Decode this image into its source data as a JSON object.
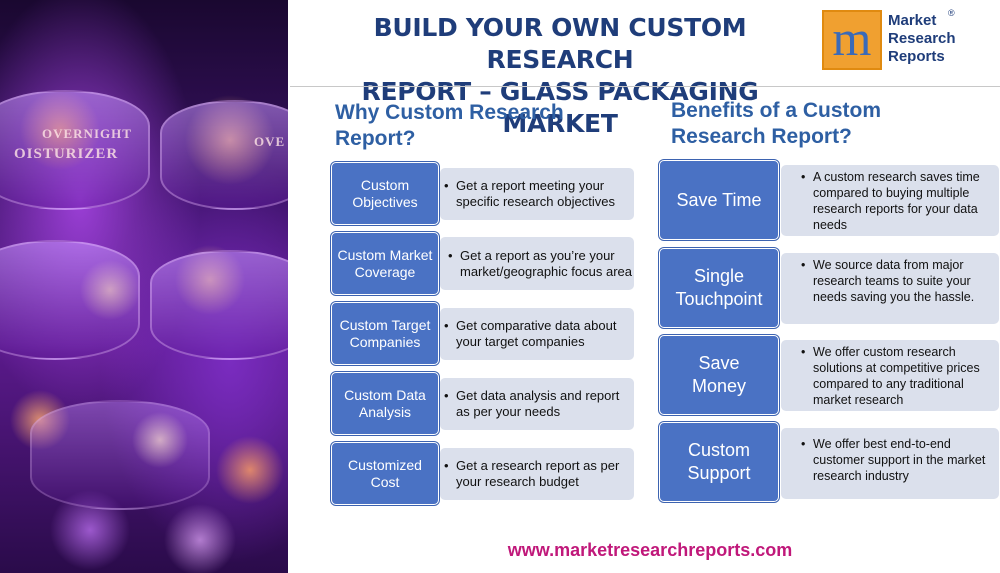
{
  "header": {
    "title_line1": "BUILD YOUR OWN CUSTOM RESEARCH",
    "title_line2": "REPORT – GLASS PACKAGING MARKET"
  },
  "logo": {
    "line1": "Market",
    "line2": "Research",
    "line3": "Reports",
    "registered": "®",
    "colors": {
      "box": "#f0a030",
      "letter_blue": "#3a6ab8",
      "letter_green": "#4e9a3a"
    }
  },
  "photo": {
    "label1": "OVERNIGHT",
    "label2": "OISTURIZER",
    "label3": "OVE"
  },
  "why": {
    "title": "Why Custom Research Report?",
    "items": [
      {
        "label": "Custom Objectives",
        "text": "Get a report meeting your specific research objectives"
      },
      {
        "label": "Custom Market Coverage",
        "text": "Get a report as you’re your market/geographic focus area"
      },
      {
        "label": "Custom Target Companies",
        "text": "Get comparative data about your target companies"
      },
      {
        "label": "Custom Data Analysis",
        "text": "Get data analysis and report as per your needs"
      },
      {
        "label": "Customized Cost",
        "text": "Get a research report as per your research budget"
      }
    ]
  },
  "benefits": {
    "title": "Benefits of a Custom Research Report?",
    "items": [
      {
        "label": "Save Time",
        "text": "A custom research saves time compared to buying multiple research reports for your data needs"
      },
      {
        "label": "Single Touchpoint",
        "text": "We source data from major research teams to suite your needs saving you the hassle."
      },
      {
        "label": "Save Money",
        "text": "We offer custom research solutions at competitive prices compared to any traditional market research"
      },
      {
        "label": "Custom Support",
        "text": "We offer best end-to-end customer support in the market research industry"
      }
    ]
  },
  "footer": {
    "url": "www.marketresearchreports.com"
  },
  "colors": {
    "title": "#1f3d7a",
    "section_title": "#2e5fa3",
    "label_fill": "#4a72c4",
    "desc_fill": "#dbe0ec",
    "footer": "#c0187a"
  }
}
